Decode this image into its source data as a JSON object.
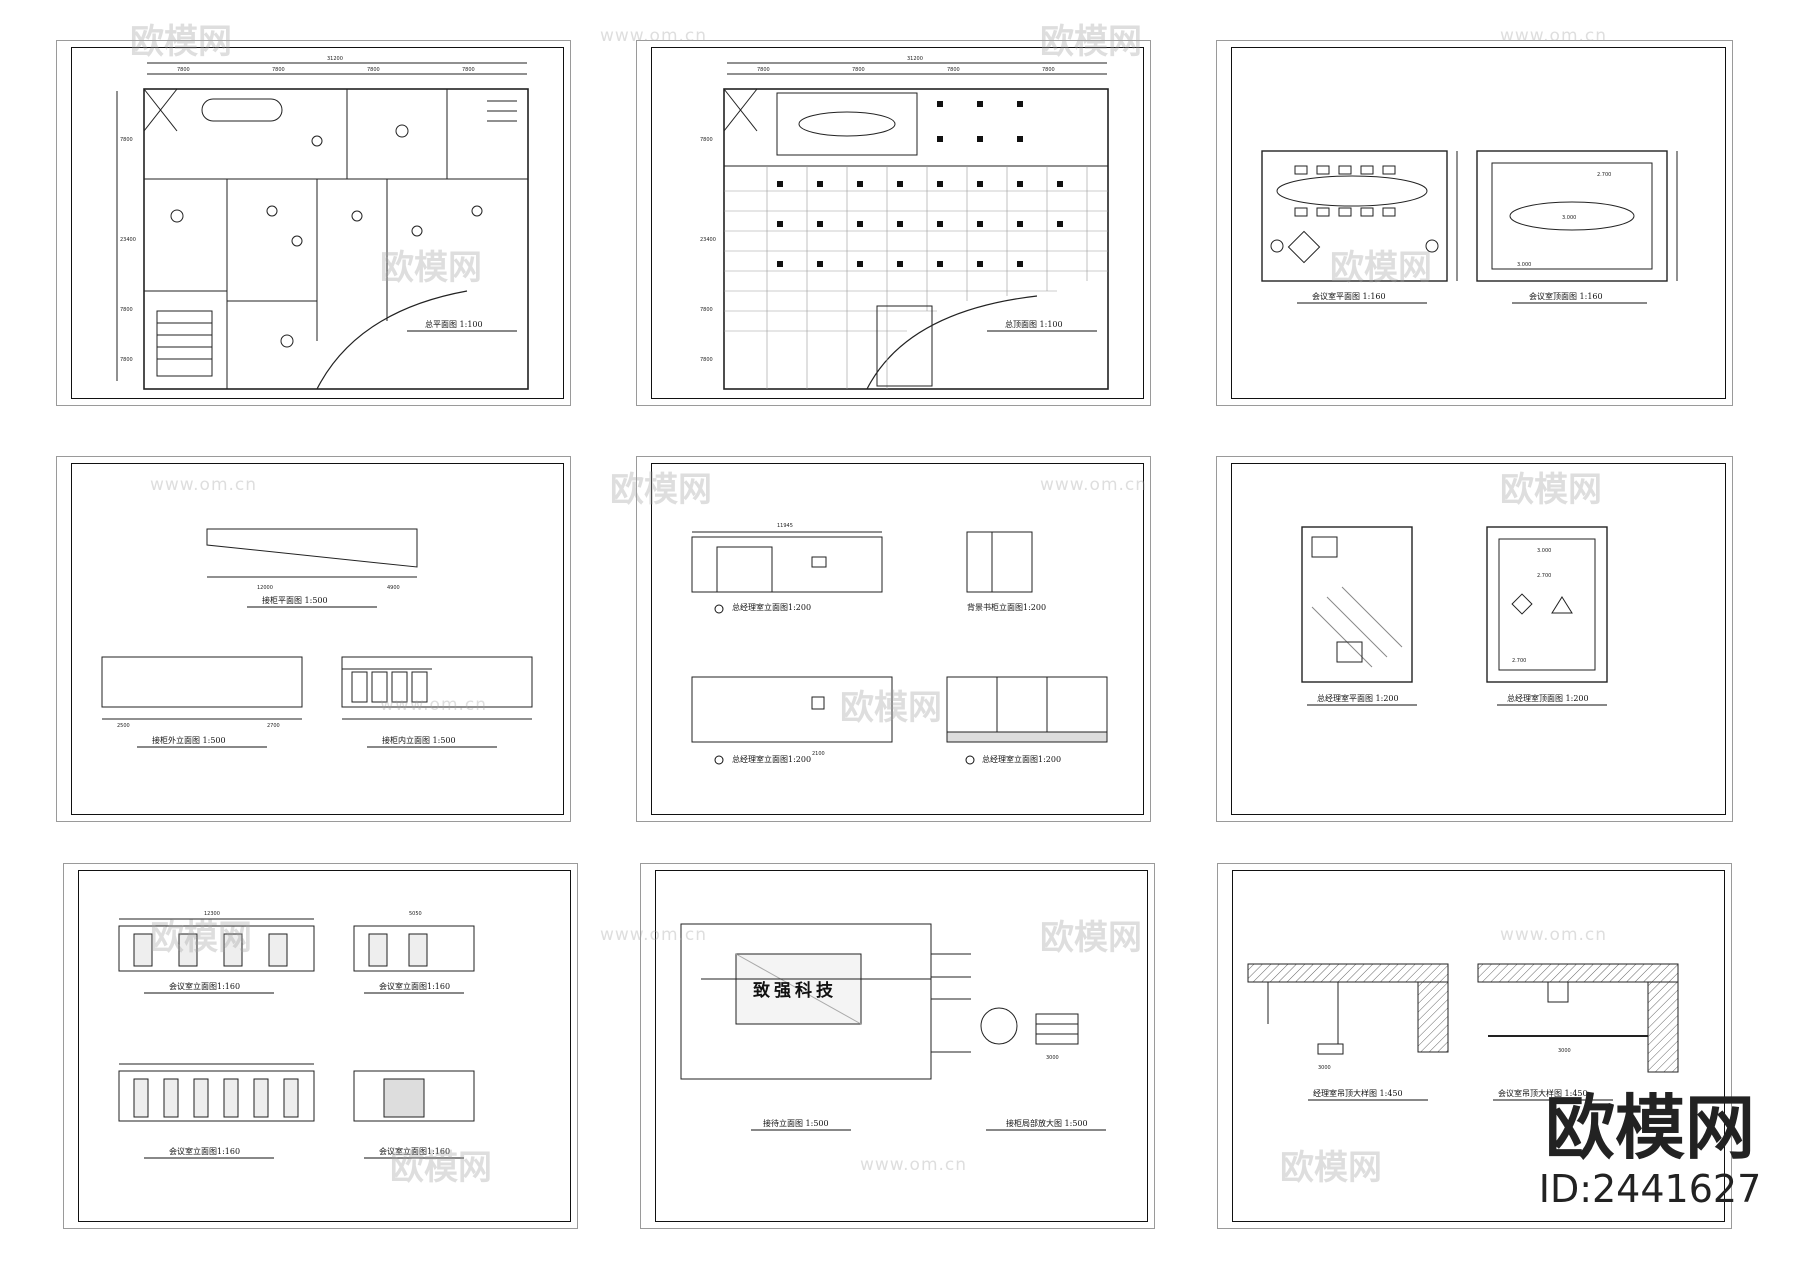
{
  "sheets": [
    {
      "captions": [
        "总平面图 1:100"
      ],
      "dims": [
        "31200",
        "7800",
        "7800",
        "7800",
        "7800",
        "7800",
        "23400",
        "7800",
        "7800"
      ]
    },
    {
      "captions": [
        "总顶面图 1:100"
      ],
      "dims": [
        "31200",
        "7800",
        "7800",
        "7800",
        "7800",
        "7800",
        "23400",
        "7800",
        "7800"
      ]
    },
    {
      "captions": [
        "会议室平面图 1:160",
        "会议室顶面图 1:160"
      ],
      "dims": [
        "3.000",
        "2.700",
        "3.000"
      ]
    },
    {
      "captions": [
        "接柜平面图 1:500",
        "接柜外立面图 1:500",
        "接柜内立面图 1:500"
      ],
      "dims": [
        "12000",
        "4900",
        "2500",
        "2700"
      ]
    },
    {
      "captions": [
        "总经理室立面图1:200",
        "背景书柜立面图1:200",
        "总经理室立面图1:200",
        "总经理室立面图1:200"
      ],
      "dims": [
        "11945",
        "2100"
      ]
    },
    {
      "captions": [
        "总经理室平面图 1:200",
        "总经理室顶面图 1:200"
      ],
      "dims": [
        "3.000",
        "2.700",
        "2.700"
      ]
    },
    {
      "captions": [
        "会议室立面图1:160",
        "会议室立面图1:160",
        "会议室立面图1:160",
        "会议室立面图1:160"
      ],
      "dims": [
        "12300",
        "5050"
      ]
    },
    {
      "captions": [
        "接待立面图 1:500",
        "接柜局部放大图 1:500"
      ],
      "dims": [
        "3000"
      ],
      "sign_text": "致强科技"
    },
    {
      "captions": [
        "经理室吊顶大样图 1:450",
        "会议室吊顶大样图 1:450"
      ],
      "dims": [
        "3000",
        "3000"
      ]
    }
  ],
  "watermarks": {
    "cn": "欧模网",
    "url": "www.om.cn"
  },
  "brand": {
    "logo": "欧模网",
    "id": "ID:2441627"
  }
}
